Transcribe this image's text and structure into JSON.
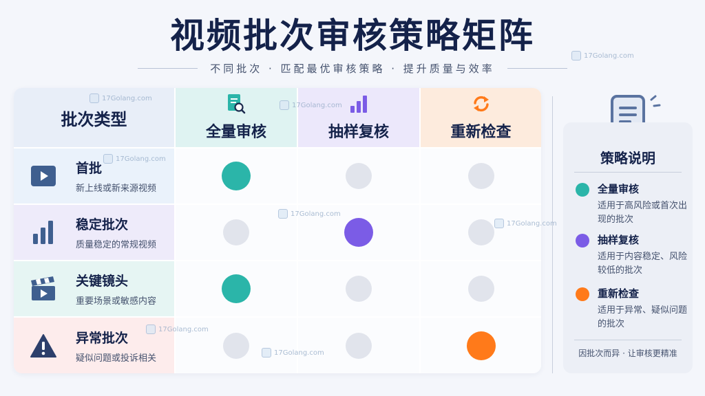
{
  "title": "视频批次审核策略矩阵",
  "subtitle": "不同批次 · 匹配最优审核策略 · 提升质量与效率",
  "matrix": {
    "corner_label": "批次类型",
    "columns": [
      {
        "label": "全量审核",
        "icon": "document-search-icon",
        "color": "#2bb5a9"
      },
      {
        "label": "抽样复核",
        "icon": "bar-chart-icon",
        "color": "#7b5ce6"
      },
      {
        "label": "重新检查",
        "icon": "refresh-icon",
        "color": "#ff7a1a"
      }
    ],
    "rows": [
      {
        "title": "首批",
        "subtitle": "新上线或新来源视频",
        "icon": "play-video-icon",
        "active_column": 0
      },
      {
        "title": "稳定批次",
        "subtitle": "质量稳定的常规视频",
        "icon": "bar-chart-icon",
        "active_column": 1
      },
      {
        "title": "关键镜头",
        "subtitle": "重要场景或敏感内容",
        "icon": "clapperboard-icon",
        "active_column": 0
      },
      {
        "title": "异常批次",
        "subtitle": "疑似问题或投诉相关",
        "icon": "warning-icon",
        "active_column": 2
      }
    ]
  },
  "legend": {
    "title": "策略说明",
    "items": [
      {
        "name": "全量审核",
        "desc": "适用于高风险或首次出现的批次",
        "color": "#2bb5a9"
      },
      {
        "name": "抽样复核",
        "desc": "适用于内容稳定、风险较低的批次",
        "color": "#7b5ce6"
      },
      {
        "name": "重新检查",
        "desc": "适用于异常、疑似问题的批次",
        "color": "#ff7a1a"
      }
    ],
    "footer": "因批次而异 · 让审核更精准"
  },
  "colors": {
    "inactive_dot": "#e1e4ec",
    "col_header_bg": [
      "#dff3f2",
      "#ece8fb",
      "#fdebdd"
    ],
    "row_bg": [
      "#eaf2fb",
      "#eeebfa",
      "#e6f5f3",
      "#fdecec"
    ],
    "row_icon": [
      "#3f5f8f",
      "#3f5f8f",
      "#3f5f8f",
      "#2c3f6b"
    ]
  },
  "watermark": "17Golang.com"
}
